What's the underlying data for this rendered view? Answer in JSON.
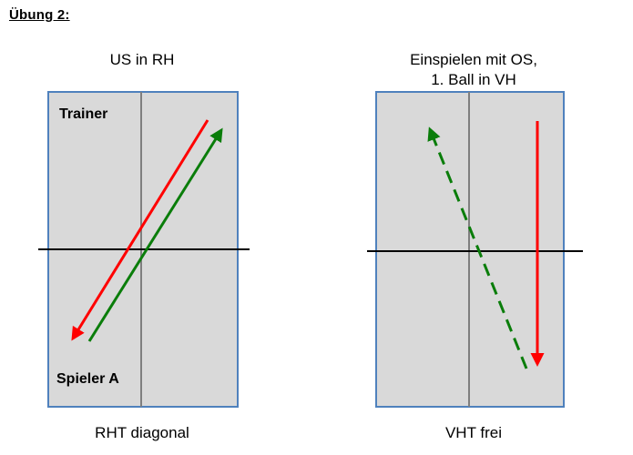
{
  "page": {
    "title": "Übung 2:"
  },
  "diagrams": [
    {
      "top_caption": "US in RH",
      "bottom_caption": "RHT diagonal",
      "label_top": "Trainer",
      "label_bottom": "Spieler A"
    },
    {
      "top_caption_line1": "Einspielen mit OS,",
      "top_caption_line2": "1. Ball in VH",
      "bottom_caption": "VHT frei"
    }
  ],
  "colors": {
    "court_fill": "#d9d9d9",
    "court_border": "#4f81bd",
    "net_line": "#000000",
    "center_line": "#7f7f7f",
    "arrow_red": "#ff0000",
    "arrow_green": "#0a7d0a"
  }
}
